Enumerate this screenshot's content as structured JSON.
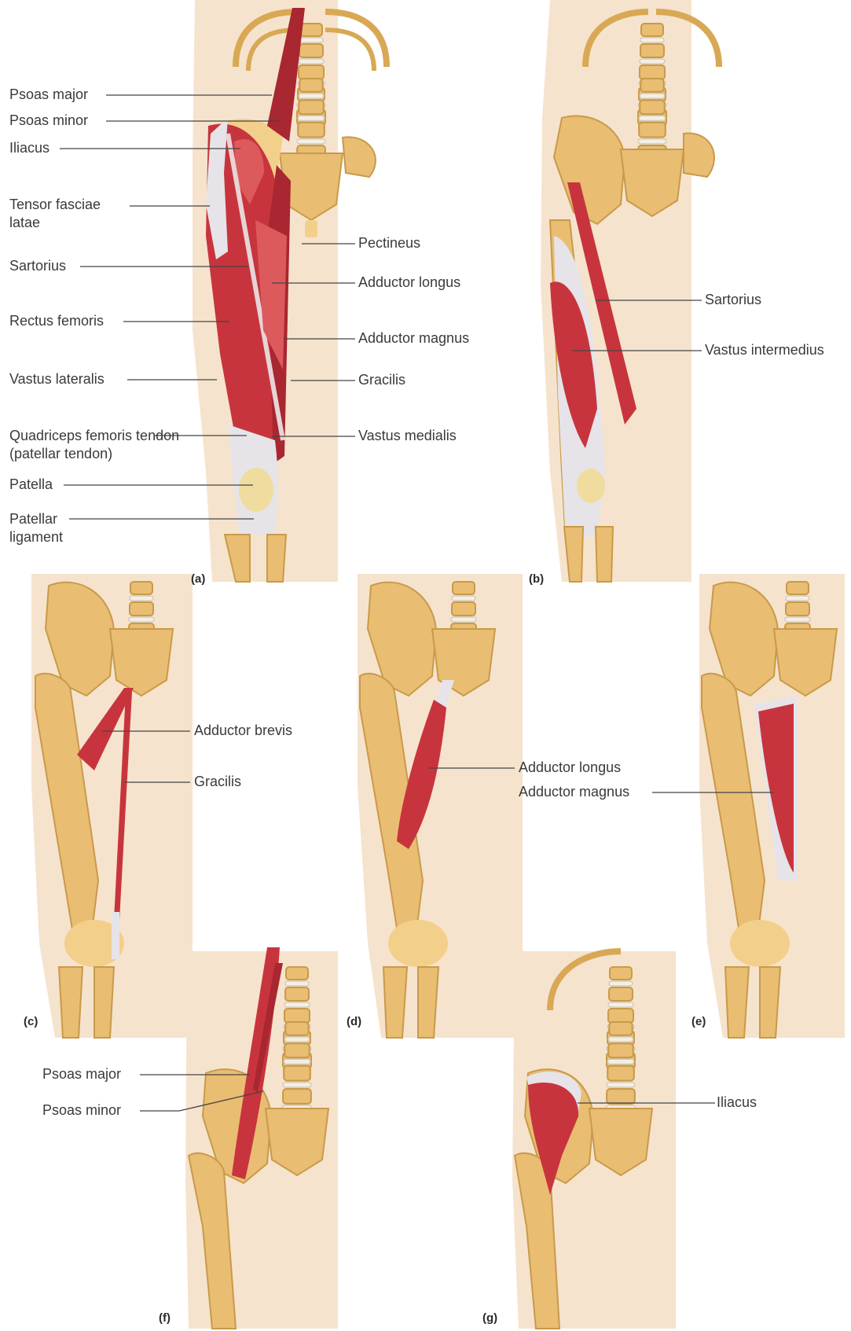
{
  "panels": {
    "a": {
      "tag": "(a)",
      "labels_left": {
        "psoas_major": "Psoas major",
        "psoas_minor": "Psoas minor",
        "iliacus": "Iliacus",
        "tensor_fasciae_latae": "Tensor fasciae latae",
        "sartorius": "Sartorius",
        "rectus_femoris": "Rectus femoris",
        "vastus_lateralis": "Vastus lateralis",
        "quadriceps_tendon": "Quadriceps femoris tendon (patellar tendon)",
        "patella": "Patella",
        "patellar_ligament": "Patellar ligament"
      },
      "labels_right": {
        "pectineus": "Pectineus",
        "adductor_longus": "Adductor longus",
        "adductor_magnus": "Adductor magnus",
        "gracilis": "Gracilis",
        "vastus_medialis": "Vastus medialis"
      }
    },
    "b": {
      "tag": "(b)",
      "sartorius": "Sartorius",
      "vastus_intermedius": "Vastus intermedius"
    },
    "c": {
      "tag": "(c)",
      "adductor_brevis": "Adductor brevis",
      "gracilis": "Gracilis"
    },
    "d": {
      "tag": "(d)",
      "adductor_longus": "Adductor longus"
    },
    "e": {
      "tag": "(e)",
      "adductor_magnus": "Adductor magnus"
    },
    "f": {
      "tag": "(f)",
      "psoas_major": "Psoas major",
      "psoas_minor": "Psoas minor"
    },
    "g": {
      "tag": "(g)",
      "iliacus": "Iliacus"
    }
  },
  "colors": {
    "skin": "#f6e3cd",
    "bone": "#e9bd72",
    "muscle": "#c8343d",
    "tendon": "#e6e4e8",
    "label_text": "#3a3a3a"
  }
}
